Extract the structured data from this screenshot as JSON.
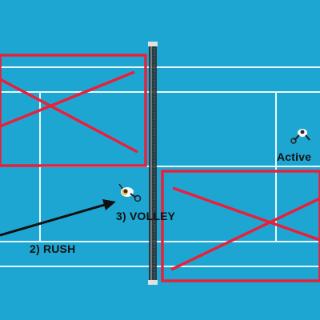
{
  "scene": {
    "court_color": "#1ea6d2",
    "line_color": "#e6f7ff",
    "annotation_color": "#e8203a",
    "arrow_color": "#101010"
  },
  "labels": {
    "rush": "2) RUSH",
    "volley": "3) VOLLEY",
    "active": "Active"
  },
  "icons": {
    "players": [
      "player-figure-icon",
      "player-figure-icon"
    ]
  }
}
